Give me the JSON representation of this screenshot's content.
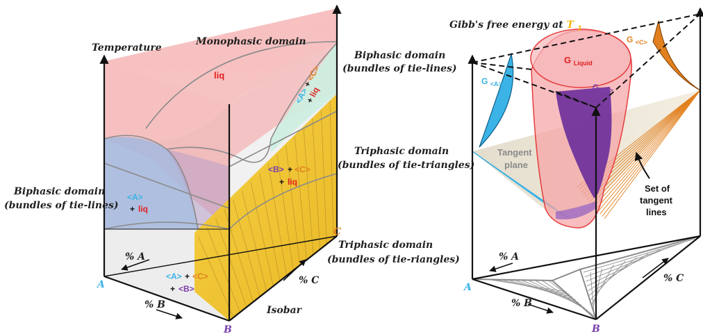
{
  "colors": {
    "A": "#3bb3e6",
    "B": "#7a3fa8",
    "C": "#e2801f",
    "liq": "#e02020",
    "T1": "#f2b705",
    "liquid_surface": "#f3a6a8",
    "triphasic": "#f3c52e",
    "biphasic_A": "#a9bde0",
    "biphasic_C": "#cfeee0",
    "base": "#e5e5e5"
  },
  "left": {
    "axis_temperature": "Temperature",
    "monophasic": "Monophasic domain",
    "biphasic_top": [
      "Biphasic domain",
      "(bundles of tie-lines)"
    ],
    "triphasic_upper": [
      "Triphasic domain",
      "(bundles of tie-triangles)"
    ],
    "biphasic_left": [
      "Biphasic domain",
      "(bundles of tie-lines)"
    ],
    "triphasic_lower": [
      "Triphasic domain",
      "(bundles of tie-riangles)"
    ],
    "isobar": "Isobar",
    "pct_A": "% A",
    "pct_B": "% B",
    "pct_C": "% C",
    "vertex_A": "A",
    "vertex_B": "B",
    "vertex_C": "C",
    "liq": "liq",
    "phase_A": "<A>",
    "phase_B": "<B>",
    "phase_C": "<C>",
    "plus": "+"
  },
  "right": {
    "title_prefix": "Gibb's free energy at ",
    "title_T": "T",
    "title_T_sub": "1",
    "G": "G",
    "sub_liquid": "Liquid",
    "sub_A": "<A>",
    "sub_B": "<B>",
    "sub_C": "<C>",
    "tangent_plane": [
      "Tangent",
      "plane"
    ],
    "tangent_lines": [
      "Set of",
      "tangent",
      "lines"
    ],
    "pct_A": "% A",
    "pct_B": "% B",
    "pct_C": "% C",
    "vertex_A": "A",
    "vertex_B": "B"
  }
}
